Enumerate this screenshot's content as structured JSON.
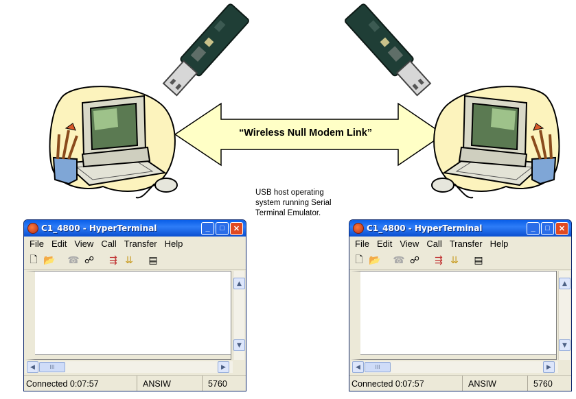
{
  "caption": "USB host operating\nsystem running Serial\nTerminal Emulator.",
  "link_label": "“Wireless Null Modem Link”",
  "colors": {
    "arrow_fill": "#ffffc6",
    "arrow_stroke": "#000000",
    "titlebar": "#0a5fe8"
  },
  "window": {
    "title": "C1_4800 - HyperTerminal",
    "menu": [
      "File",
      "Edit",
      "View",
      "Call",
      "Transfer",
      "Help"
    ],
    "toolbar_icons": [
      "new-icon",
      "open-icon",
      "phone-icon",
      "disconnect-icon",
      "send-icon",
      "receive-icon",
      "properties-icon"
    ],
    "status": {
      "connection": "Connected 0:07:57",
      "emulation": "ANSIW",
      "speed": "5760"
    },
    "scroll_glyphs": {
      "up": "▲",
      "down": "▼",
      "left": "◀",
      "right": "▶",
      "thumb": "III"
    }
  }
}
